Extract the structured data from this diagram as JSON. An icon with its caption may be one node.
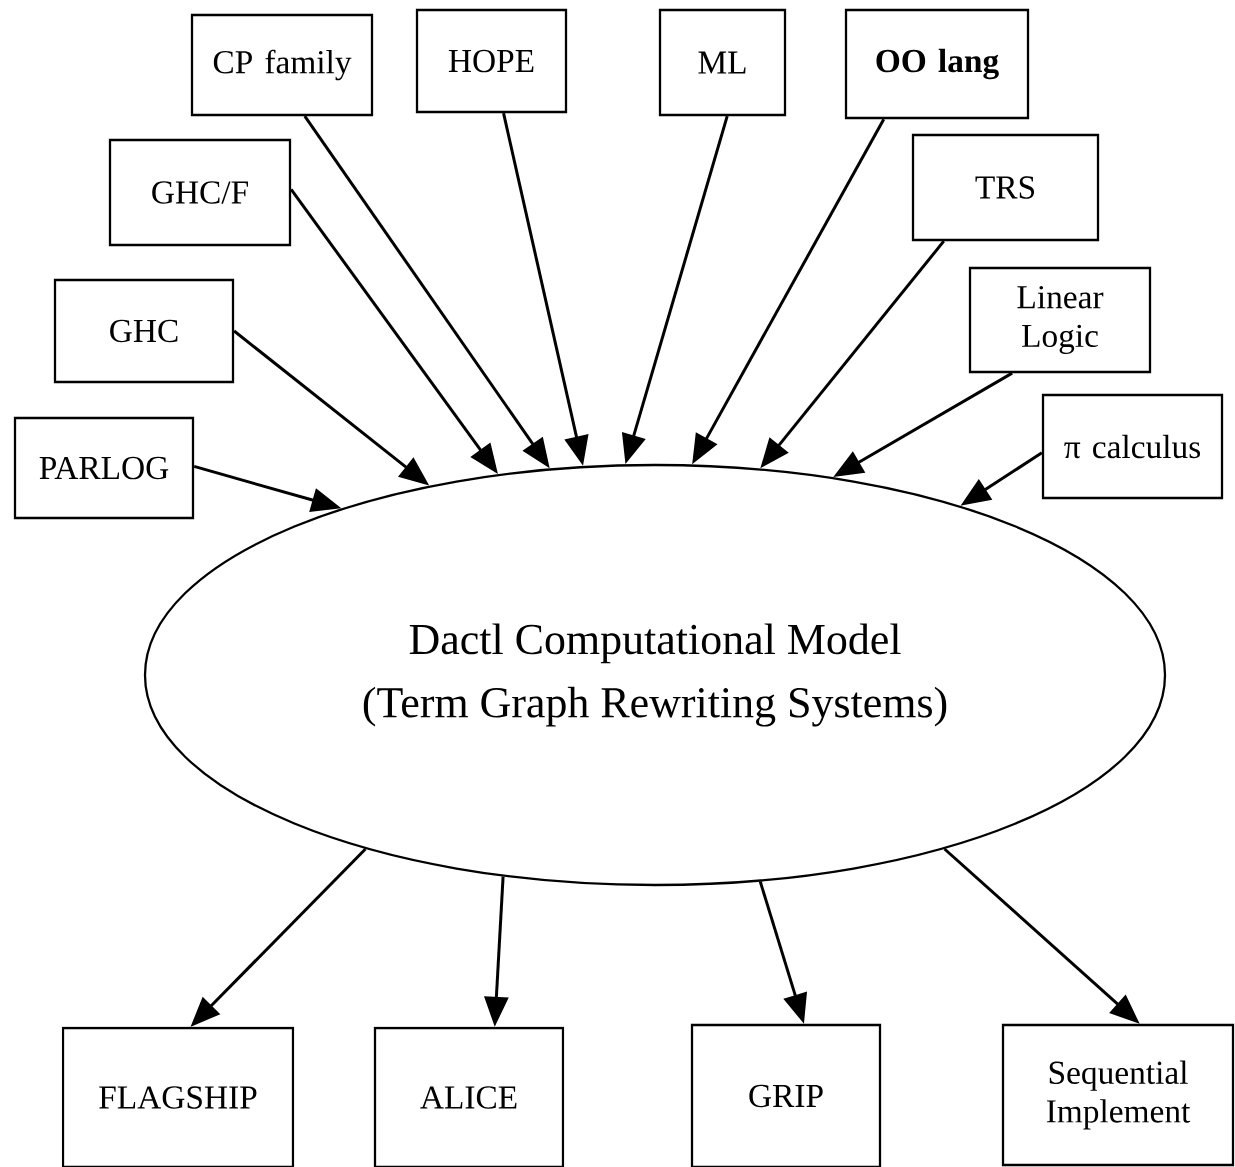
{
  "diagram": {
    "nodes": [
      {
        "text": [
          "CP family"
        ]
      },
      {
        "text": [
          "HOPE"
        ]
      },
      {
        "text": [
          "ML"
        ]
      },
      {
        "text": [
          "OO lang"
        ]
      },
      {
        "text": [
          "GHC/F"
        ]
      },
      {
        "text": [
          "TRS"
        ]
      },
      {
        "text": [
          "GHC"
        ]
      },
      {
        "text": [
          "Linear Logic"
        ]
      },
      {
        "text": [
          "PARLOG"
        ]
      },
      {
        "text": [
          "π calculus"
        ]
      },
      {
        "text": [
          "Dactl Computational Model",
          "(Term Graph Rewriting Systems)"
        ]
      },
      {
        "text": [
          "FLAGSHIP"
        ]
      },
      {
        "text": [
          "ALICE"
        ]
      },
      {
        "text": [
          "GRIP"
        ]
      },
      {
        "text": [
          "Sequential Implement"
        ]
      }
    ],
    "edges": [
      {
        "from": 0,
        "to": 10,
        "arrow": "to"
      },
      {
        "from": 1,
        "to": 10,
        "arrow": "to"
      },
      {
        "from": 2,
        "to": 10,
        "arrow": "to"
      },
      {
        "from": 3,
        "to": 10,
        "arrow": "to"
      },
      {
        "from": 4,
        "to": 10,
        "arrow": "to"
      },
      {
        "from": 5,
        "to": 10,
        "arrow": "to"
      },
      {
        "from": 6,
        "to": 10,
        "arrow": "to"
      },
      {
        "from": 7,
        "to": 10,
        "arrow": "to"
      },
      {
        "from": 8,
        "to": 10,
        "arrow": "to"
      },
      {
        "from": 9,
        "to": 10,
        "arrow": "to"
      },
      {
        "from": 10,
        "to": 11,
        "arrow": "to"
      },
      {
        "from": 10,
        "to": 12,
        "arrow": "to"
      },
      {
        "from": 10,
        "to": 13,
        "arrow": "to"
      },
      {
        "from": 10,
        "to": 14,
        "arrow": "to"
      }
    ]
  }
}
